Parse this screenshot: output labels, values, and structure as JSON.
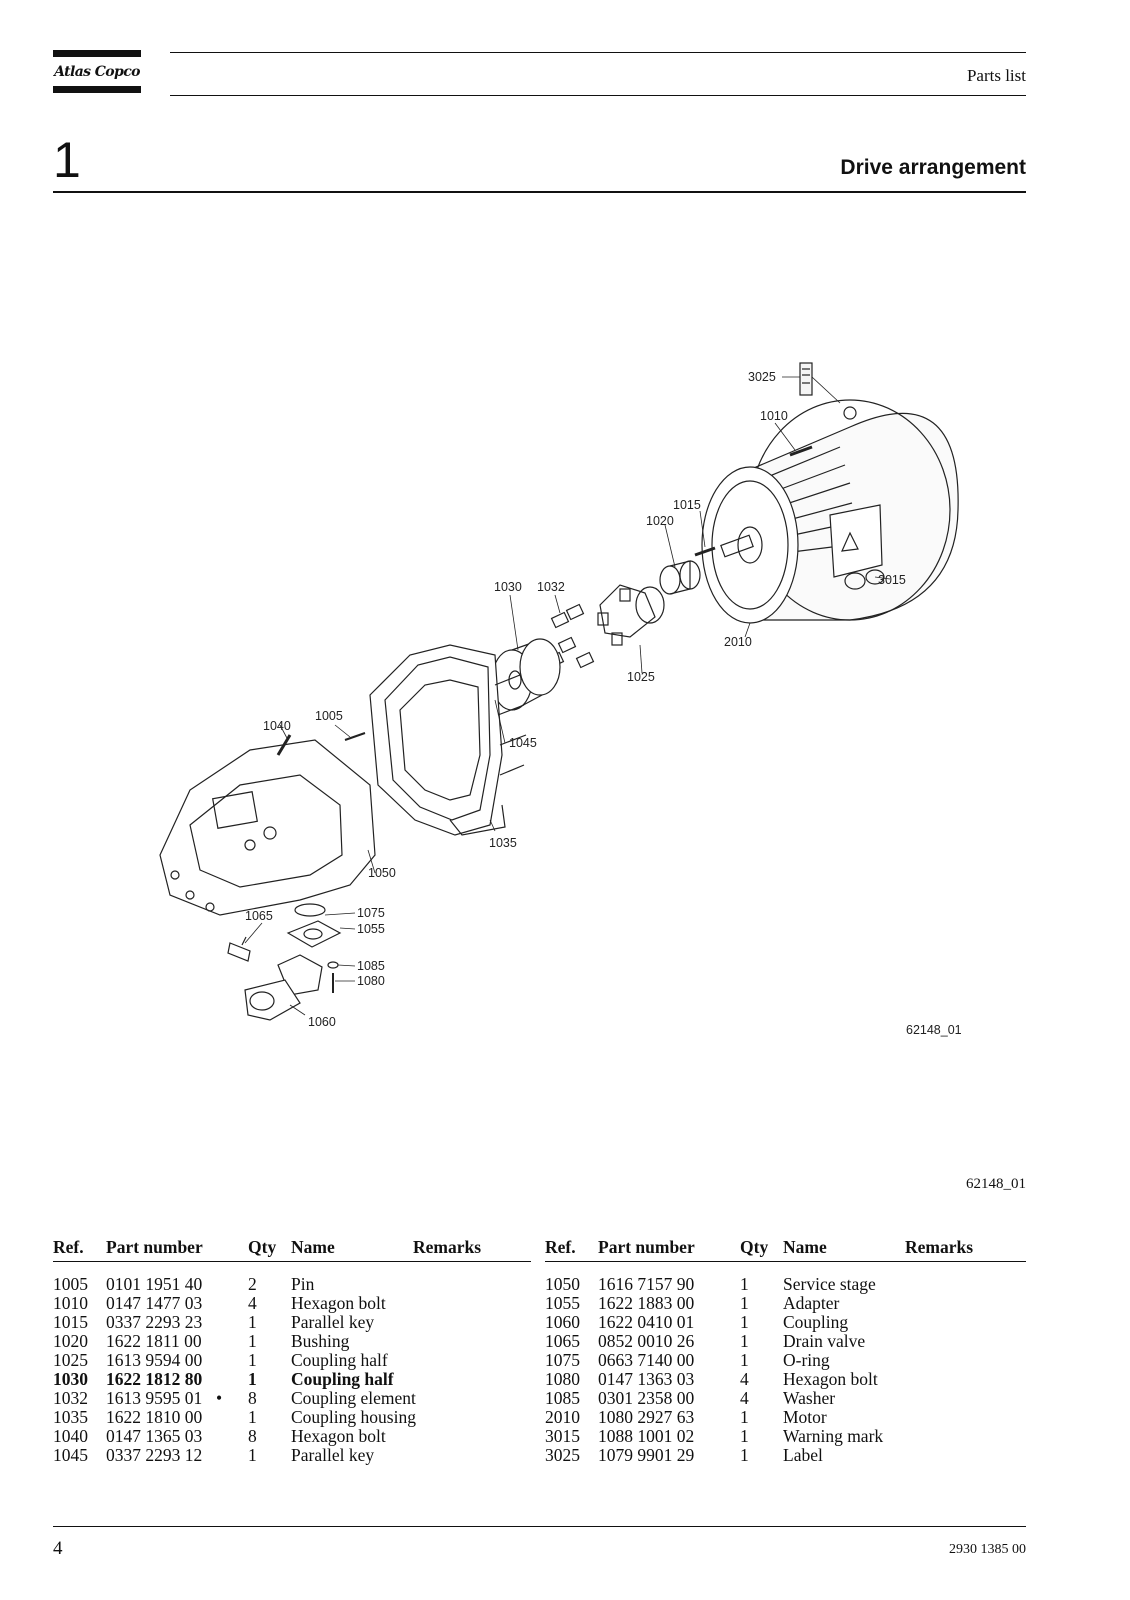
{
  "header": {
    "logo_text": "Atlas Copco",
    "section": "Parts list"
  },
  "chapter": {
    "number": "1",
    "title": "Drive arrangement"
  },
  "figure": {
    "code_in_drawing": "62148_01",
    "code_caption": "62148_01",
    "callouts": [
      "3025",
      "1010",
      "1015",
      "1020",
      "1030",
      "1032",
      "3015",
      "2010",
      "1025",
      "1040",
      "1005",
      "1045",
      "1035",
      "1050",
      "1065",
      "1075",
      "1055",
      "1085",
      "1080",
      "1060"
    ]
  },
  "table": {
    "headers": {
      "ref": "Ref.",
      "part_number": "Part number",
      "qty": "Qty",
      "name": "Name",
      "remarks": "Remarks"
    },
    "left_rows": [
      {
        "ref": "1005",
        "part": "0101 1951 40",
        "mark": "",
        "qty": "2",
        "name": "Pin",
        "bold": false
      },
      {
        "ref": "1010",
        "part": "0147 1477 03",
        "mark": "",
        "qty": "4",
        "name": "Hexagon bolt",
        "bold": false
      },
      {
        "ref": "1015",
        "part": "0337 2293 23",
        "mark": "",
        "qty": "1",
        "name": "Parallel key",
        "bold": false
      },
      {
        "ref": "1020",
        "part": "1622 1811 00",
        "mark": "",
        "qty": "1",
        "name": "Bushing",
        "bold": false
      },
      {
        "ref": "1025",
        "part": "1613 9594 00",
        "mark": "",
        "qty": "1",
        "name": "Coupling half",
        "bold": false
      },
      {
        "ref": "1030",
        "part": "1622 1812 80",
        "mark": "",
        "qty": "1",
        "name": "Coupling half",
        "bold": true
      },
      {
        "ref": "1032",
        "part": "1613 9595 01",
        "mark": "•",
        "qty": "8",
        "name": "Coupling element",
        "bold": false
      },
      {
        "ref": "1035",
        "part": "1622 1810 00",
        "mark": "",
        "qty": "1",
        "name": "Coupling housing",
        "bold": false
      },
      {
        "ref": "1040",
        "part": "0147 1365 03",
        "mark": "",
        "qty": "8",
        "name": "Hexagon bolt",
        "bold": false
      },
      {
        "ref": "1045",
        "part": "0337 2293 12",
        "mark": "",
        "qty": "1",
        "name": "Parallel key",
        "bold": false
      }
    ],
    "right_rows": [
      {
        "ref": "1050",
        "part": "1616 7157 90",
        "mark": "",
        "qty": "1",
        "name": "Service stage",
        "bold": false
      },
      {
        "ref": "1055",
        "part": "1622 1883 00",
        "mark": "",
        "qty": "1",
        "name": "Adapter",
        "bold": false
      },
      {
        "ref": "1060",
        "part": "1622 0410 01",
        "mark": "",
        "qty": "1",
        "name": "Coupling",
        "bold": false
      },
      {
        "ref": "1065",
        "part": "0852 0010 26",
        "mark": "",
        "qty": "1",
        "name": "Drain valve",
        "bold": false
      },
      {
        "ref": "1075",
        "part": "0663 7140 00",
        "mark": "",
        "qty": "1",
        "name": "O-ring",
        "bold": false
      },
      {
        "ref": "1080",
        "part": "0147 1363 03",
        "mark": "",
        "qty": "4",
        "name": "Hexagon bolt",
        "bold": false
      },
      {
        "ref": "1085",
        "part": "0301 2358 00",
        "mark": "",
        "qty": "4",
        "name": "Washer",
        "bold": false
      },
      {
        "ref": "2010",
        "part": "1080 2927 63",
        "mark": "",
        "qty": "1",
        "name": "Motor",
        "bold": false
      },
      {
        "ref": "3015",
        "part": "1088 1001 02",
        "mark": "",
        "qty": "1",
        "name": "Warning mark",
        "bold": false
      },
      {
        "ref": "3025",
        "part": "1079 9901 29",
        "mark": "",
        "qty": "1",
        "name": "Label",
        "bold": false
      }
    ]
  },
  "footer": {
    "page_number": "4",
    "doc_number": "2930 1385 00"
  }
}
